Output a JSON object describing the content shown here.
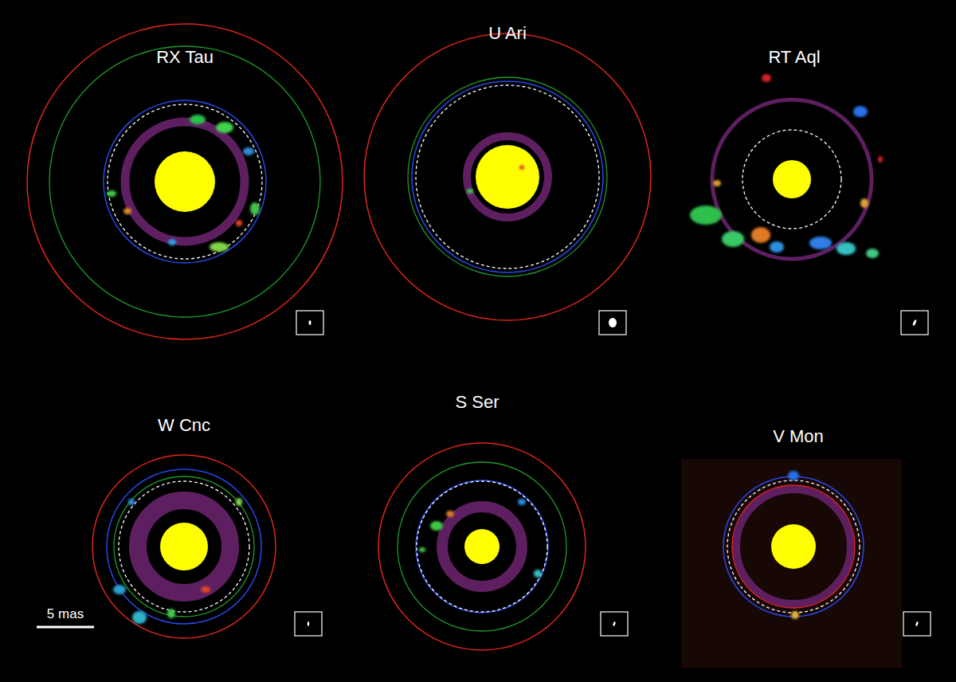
{
  "diagram": {
    "labels": [
      "RX Tau",
      "U Ari",
      "RT Aql",
      "W Cnc",
      "S Ser",
      "V Mon",
      "5 mas"
    ]
  }
}
